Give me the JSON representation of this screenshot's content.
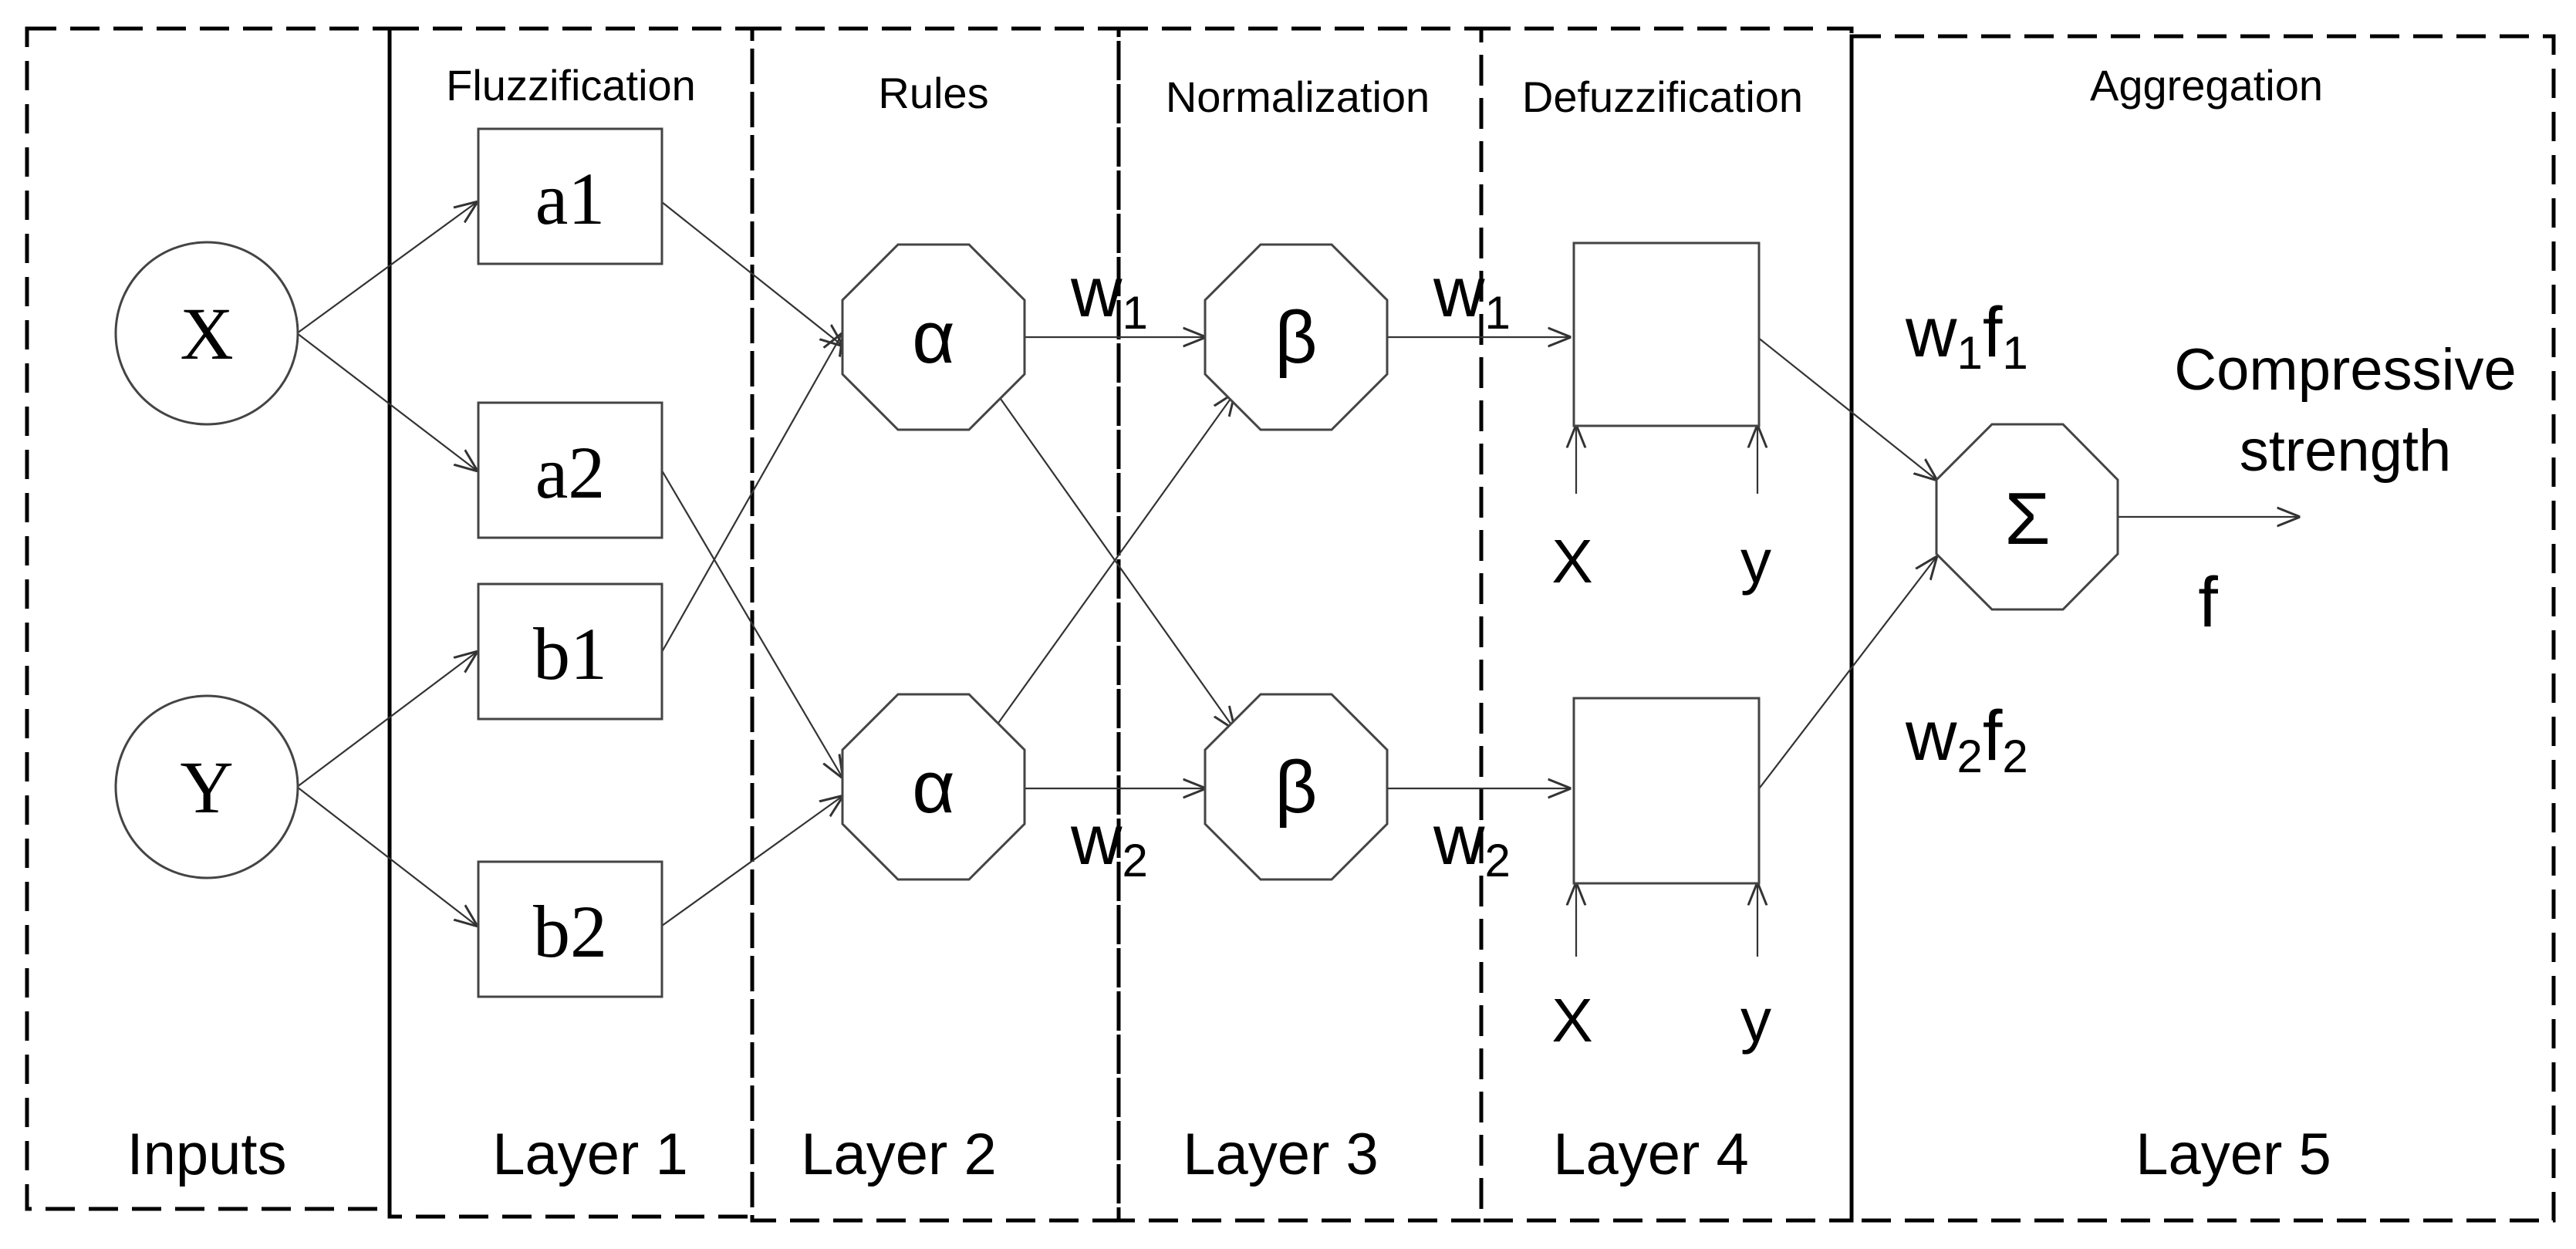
{
  "columns": {
    "inputs": {
      "header": "",
      "layer": "Inputs"
    },
    "layer1": {
      "header": "Fluzzification",
      "layer": "Layer 1"
    },
    "layer2": {
      "header": "Rules",
      "layer": "Layer 2"
    },
    "layer3": {
      "header": "Normalization",
      "layer": "Layer 3"
    },
    "layer4": {
      "header": "Defuzzification",
      "layer": "Layer 4"
    },
    "layer5": {
      "header": "Aggregation",
      "layer": "Layer 5"
    }
  },
  "inputs": {
    "x": "X",
    "y": "Y"
  },
  "membership": {
    "a1": "a1",
    "a2": "a2",
    "b1": "b1",
    "b2": "b2"
  },
  "rules": {
    "top": "α",
    "bottom": "α"
  },
  "normalization": {
    "top": "β",
    "bottom": "β"
  },
  "weights": {
    "w": "w",
    "sub1": "1",
    "sub2": "2"
  },
  "defuzz_inputs": {
    "x": "X",
    "y": "y"
  },
  "aggregation": {
    "symbol": "Σ",
    "f": "f",
    "wf1": {
      "w": "w",
      "sub_w": "1",
      "f": "f",
      "sub_f": "1"
    },
    "wf2": {
      "w": "w",
      "sub_w": "2",
      "f": "f",
      "sub_f": "2"
    },
    "output_line1": "Compressive",
    "output_line2": "strength",
    "output_symbol": "f"
  }
}
